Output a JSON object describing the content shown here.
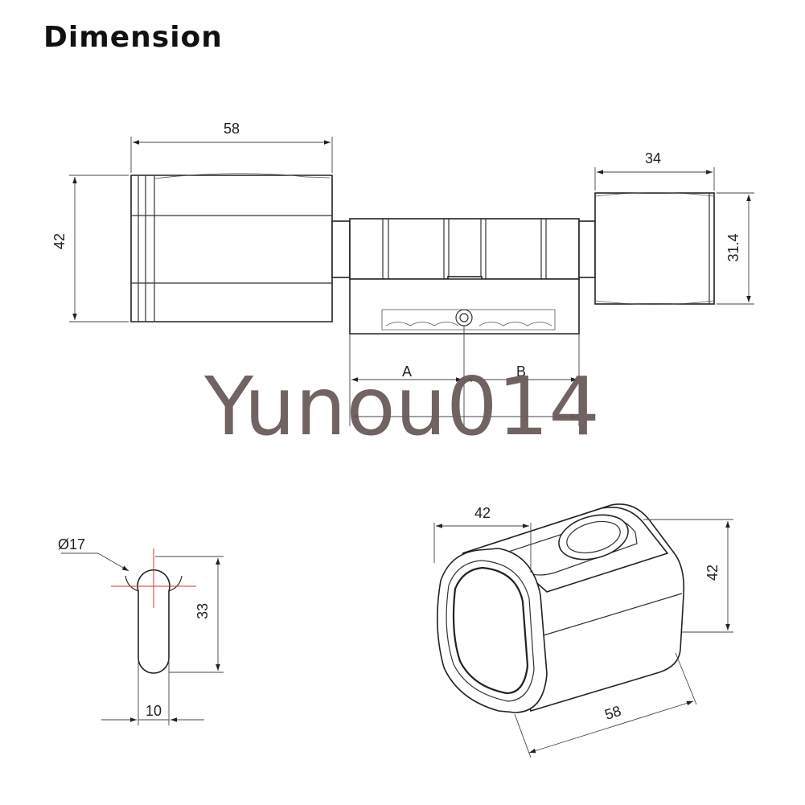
{
  "title": "Dimension",
  "watermark": "Yunou014",
  "front_view": {
    "left_knob_length": "58",
    "left_knob_height": "42",
    "right_knob_length": "34",
    "right_knob_height": "31.4",
    "segment_a": "A",
    "segment_b": "B"
  },
  "profile_view": {
    "diameter": "Ø17",
    "height": "33",
    "width": "10"
  },
  "iso_view": {
    "width": "42",
    "height": "42",
    "length": "58"
  },
  "colors": {
    "crosshair": "#e03030",
    "watermark": "#6b5b5b"
  }
}
